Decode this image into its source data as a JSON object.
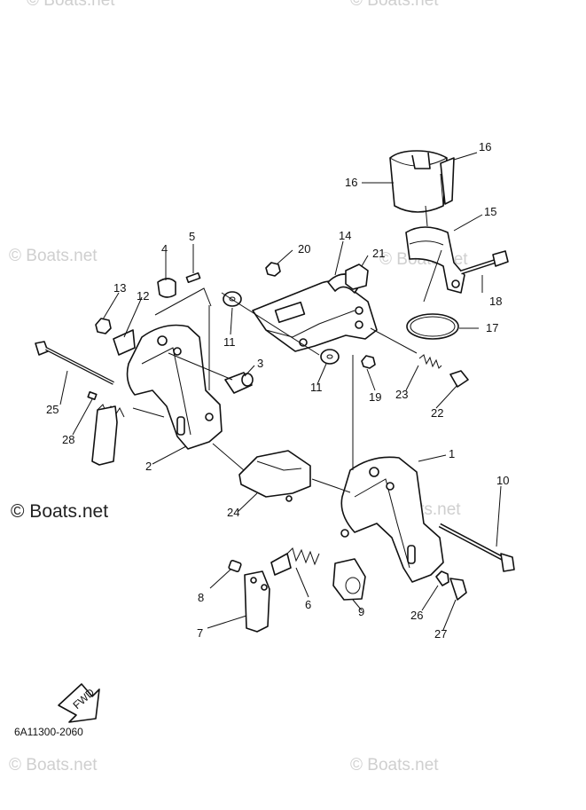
{
  "watermarks": {
    "top_left": "© Boats.net",
    "top_right": "© Boats.net",
    "mid_left": "© Boats.net",
    "mid_right": "© Boats.net",
    "mid_center": "© Boats.net",
    "bottom_left": "© Boats.net",
    "bottom_right": "© Boats.net"
  },
  "diagram_code": "6A11300-2060",
  "fwd_label": "FWD",
  "callouts": {
    "c1": "1",
    "c2": "2",
    "c3": "3",
    "c4": "4",
    "c5": "5",
    "c6": "6",
    "c7": "7",
    "c8": "8",
    "c9": "9",
    "c10": "10",
    "c11a": "11",
    "c11b": "11",
    "c12": "12",
    "c13": "13",
    "c14": "14",
    "c15": "15",
    "c16a": "16",
    "c16b": "16",
    "c17": "17",
    "c18": "18",
    "c19": "19",
    "c20": "20",
    "c21": "21",
    "c22": "22",
    "c23": "23",
    "c24": "24",
    "c25": "25",
    "c26": "26",
    "c27": "27",
    "c28": "28"
  }
}
